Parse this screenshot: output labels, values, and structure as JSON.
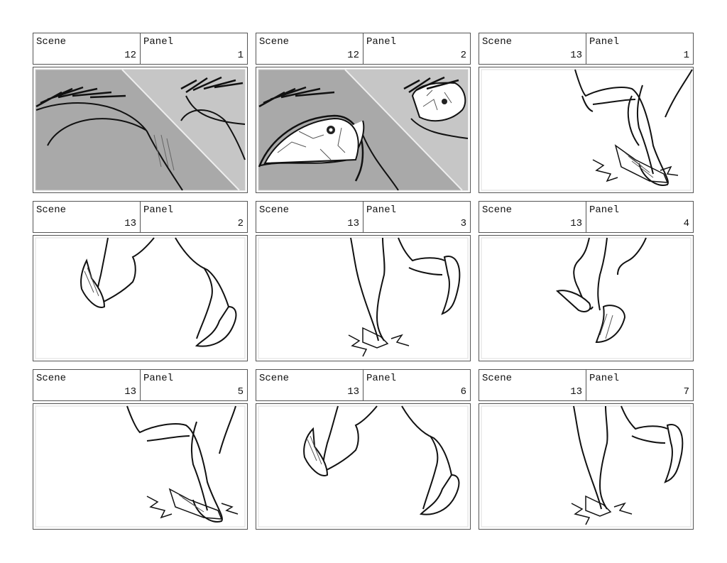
{
  "labels": {
    "scene": "Scene",
    "panel": "Panel"
  },
  "panels": [
    {
      "scene": "12",
      "panel": "1"
    },
    {
      "scene": "12",
      "panel": "2"
    },
    {
      "scene": "13",
      "panel": "1"
    },
    {
      "scene": "13",
      "panel": "2"
    },
    {
      "scene": "13",
      "panel": "3"
    },
    {
      "scene": "13",
      "panel": "4"
    },
    {
      "scene": "13",
      "panel": "5"
    },
    {
      "scene": "13",
      "panel": "6"
    },
    {
      "scene": "13",
      "panel": "7"
    }
  ]
}
